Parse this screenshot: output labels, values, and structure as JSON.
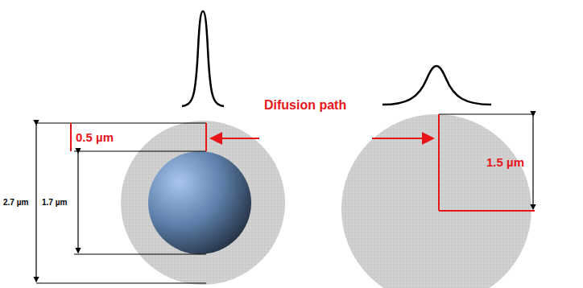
{
  "diagram": {
    "labels": [
      "Difusion path",
      "0.5 µm",
      "1.7 µm",
      "2.7 µm",
      "1.5 µm"
    ]
  }
}
